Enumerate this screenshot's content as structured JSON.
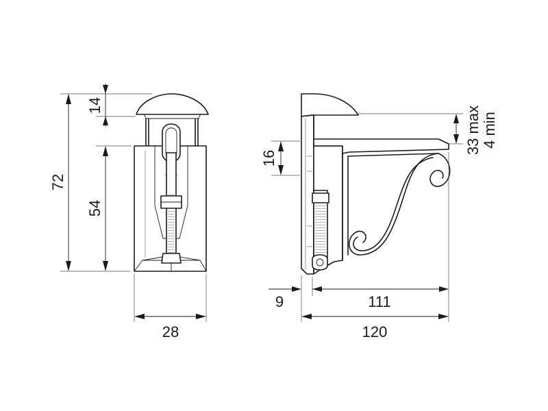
{
  "diagram": {
    "front_view": {
      "height_total": "72",
      "cap_height": "14",
      "body_height": "54",
      "width": "28"
    },
    "side_view": {
      "slot_height": "16",
      "shelf_range_max": "33 max",
      "shelf_range_min": "4 min",
      "wall_offset": "9",
      "depth_inner": "111",
      "depth_total": "120"
    },
    "colors": {
      "line": "#1a1a1a",
      "background": "#ffffff"
    }
  }
}
